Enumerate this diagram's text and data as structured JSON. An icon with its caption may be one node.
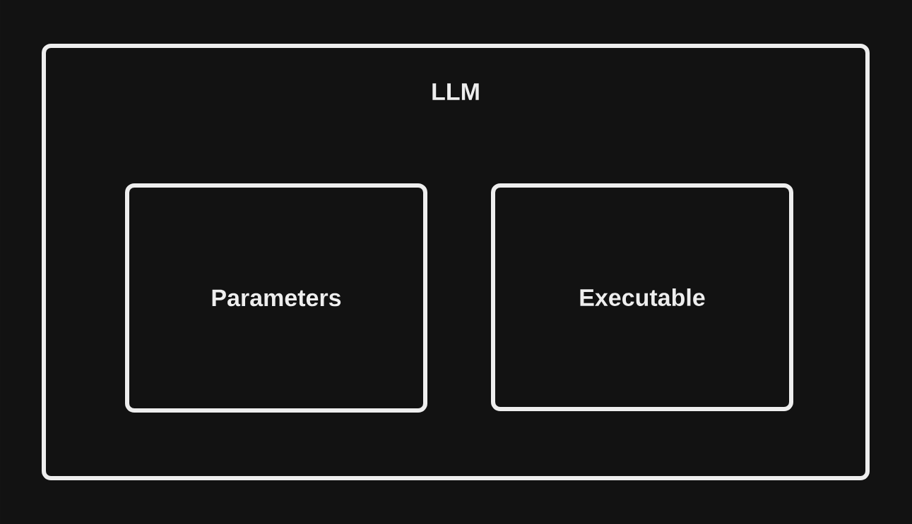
{
  "diagram": {
    "nodes": [
      {
        "text": [
          "LLM"
        ]
      },
      {
        "text": [
          "Parameters"
        ],
        "in": 0
      },
      {
        "text": [
          "Executable"
        ],
        "in": 0
      }
    ]
  }
}
